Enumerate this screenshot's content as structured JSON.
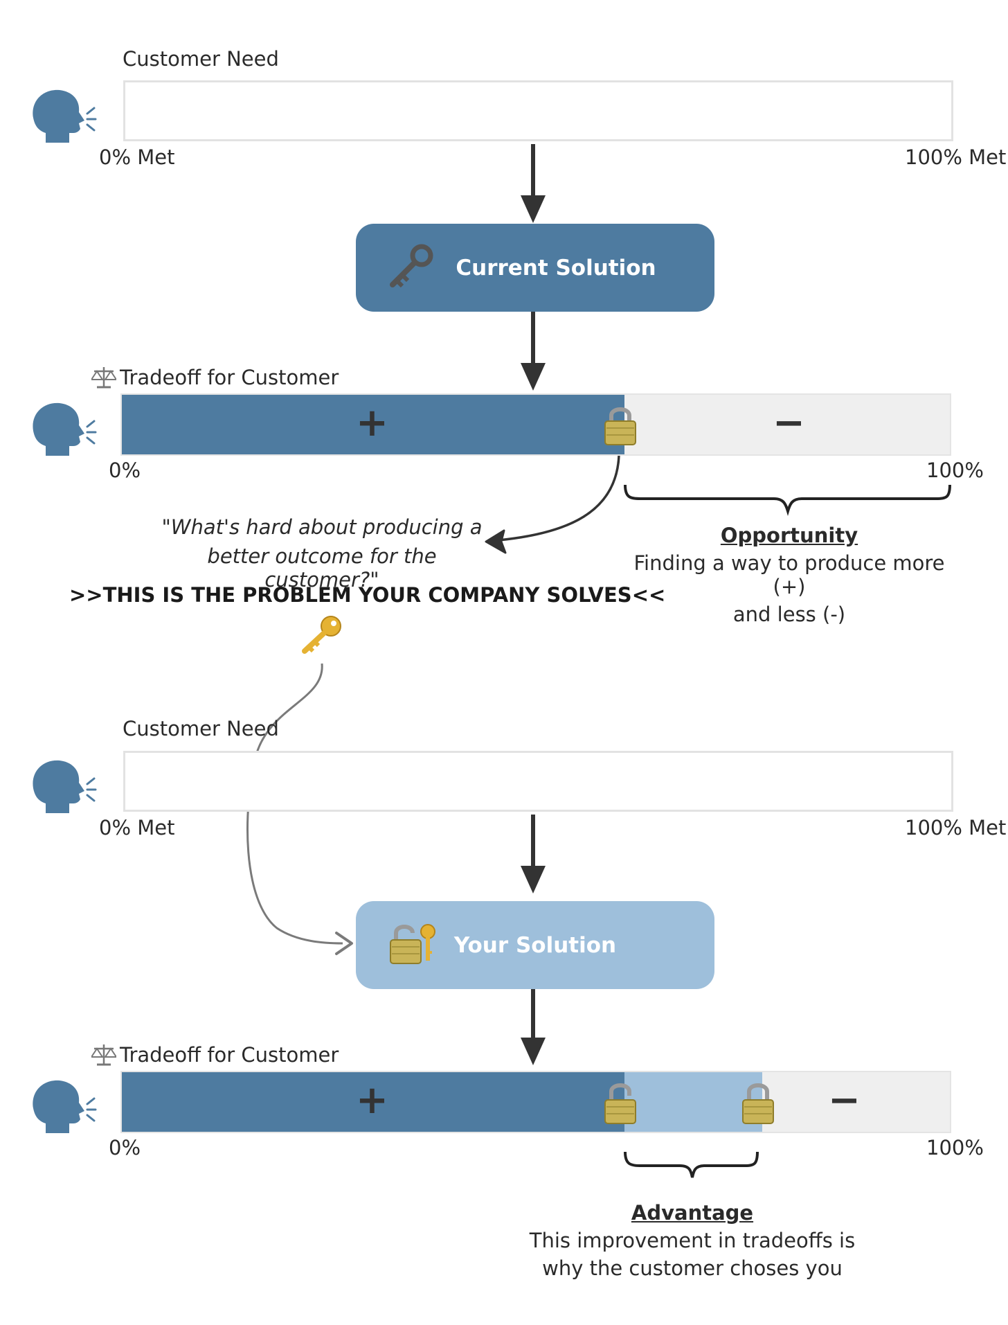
{
  "colors": {
    "dark_blue": "#4e7ba0",
    "light_blue": "#9ebfdb",
    "bar_gray": "#efefef",
    "arrow": "#333333",
    "curve_gray": "#7a7a7a"
  },
  "icons": {
    "speaker": "speaking-head-icon",
    "key_old": "old-key-icon",
    "key_gold": "key-icon",
    "balance": "balance-scale-icon",
    "lock": "padlock-icon",
    "unlock": "unlocked-padlock-key-icon"
  },
  "top": {
    "need_label": "Customer Need",
    "need_min": "0% Met",
    "need_max": "100% Met",
    "solution_label": "Current Solution",
    "tradeoff_label": "Tradeoff for Customer",
    "tradeoff_min": "0%",
    "tradeoff_max": "100%",
    "plus": "+",
    "minus": "−",
    "plus_fraction": 0.607
  },
  "question": {
    "line1": "\"What's hard about producing a",
    "line2": "better outcome for the customer?\""
  },
  "problem_banner": ">>THIS IS THE PROBLEM YOUR COMPANY SOLVES<<",
  "opportunity": {
    "title": "Opportunity",
    "line1": "Finding a way to produce more (+)",
    "line2": "and less (-)"
  },
  "bottom": {
    "need_label": "Customer Need",
    "need_min": "0% Met",
    "need_max": "100% Met",
    "solution_label": "Your Solution",
    "tradeoff_label": "Tradeoff for Customer",
    "tradeoff_min": "0%",
    "tradeoff_max": "100%",
    "plus": "+",
    "minus": "−",
    "plus_fraction": 0.607,
    "advantage_fraction": 0.166
  },
  "advantage": {
    "title": "Advantage",
    "line1": "This improvement in tradeoffs is",
    "line2": "why the customer choses you"
  }
}
